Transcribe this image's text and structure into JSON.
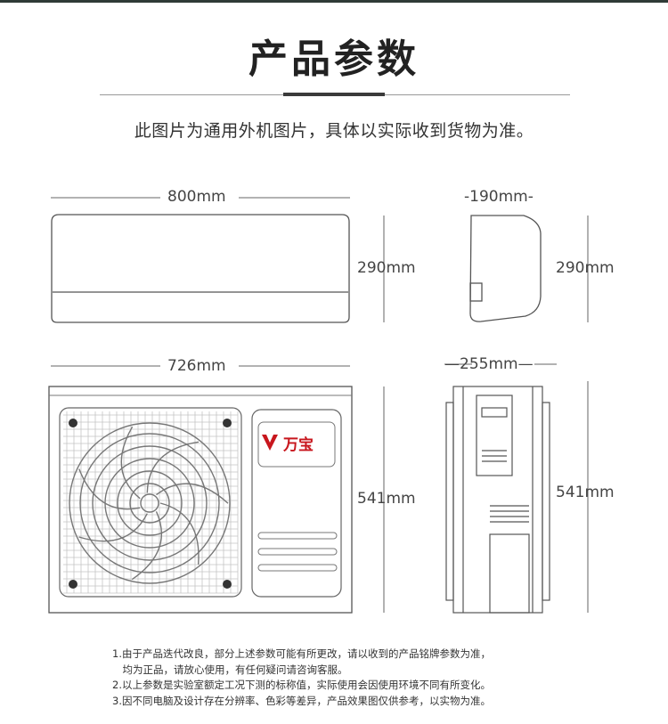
{
  "header": {
    "title": "产品参数",
    "subtitle": "此图片为通用外机图片，具体以实际收到货物为准。"
  },
  "indoor_unit": {
    "width": "800mm",
    "depth": "-190mm-",
    "height_front": "290mm",
    "height_side": "290mm"
  },
  "outdoor_unit": {
    "width": "726mm",
    "depth": "—255mm—",
    "height_front": "541mm",
    "height_side": "541mm",
    "brand": "万宝"
  },
  "notes": [
    "1.由于产品迭代改良，部分上述参数可能有所更改，请以收到的产品铭牌参数为准，",
    "　均为正品，请放心使用，有任何疑问请咨询客服。",
    "2.以上参数是实验室额定工况下测的标称值，实际使用会因使用环境不同有所变化。",
    "3.因不同电脑及设计存在分辨率、色彩等差异，产品效果图仅供参考，以实物为准。"
  ],
  "colors": {
    "brand_red": "#c8161d",
    "line": "#555555",
    "grid": "#bbbbbb"
  }
}
